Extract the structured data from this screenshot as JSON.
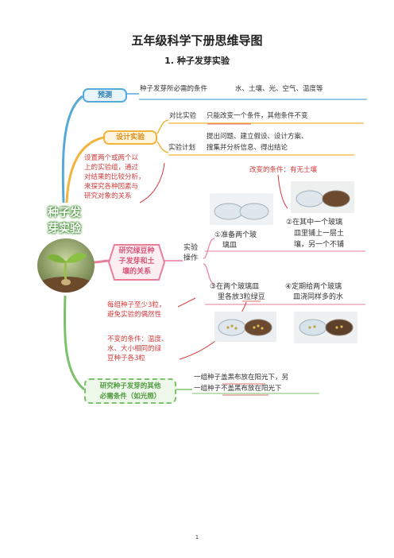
{
  "title": "五年级科学下册思维导图",
  "subtitle": "1. 种子发芽实验",
  "central": {
    "line1": "种子发",
    "line2": "芽实验"
  },
  "branches": {
    "predict": {
      "label": "预测",
      "detail": "种子发芽所必需的条件",
      "items": "水、土壤、光、空气、温度等"
    },
    "design": {
      "label": "设计实验",
      "contrast_label": "对比实验",
      "contrast_text": "只能改变一个条件，其他条件不变",
      "plan_label": "实验计划",
      "plan_line1": "提出问题、建立假设、设计方案、",
      "plan_line2": "搜集并分析信息、得出结论",
      "note": [
        "设置两个或两个以",
        "上的实验组，通过",
        "对结果的比较分析，",
        "来探究各种因素与",
        "研究对象的关系"
      ]
    },
    "mung": {
      "label_line1": "研究绿豆种",
      "label_line2": "子发芽和土",
      "label_line3": "壤的关系",
      "op_line1": "实验",
      "op_line2": "操作",
      "step1": [
        "①准备两个玻",
        "璃皿"
      ],
      "step2": [
        "②在其中一个玻璃",
        "皿里铺上一层土",
        "壤，另一个不铺"
      ],
      "step3": [
        "③在两个玻璃皿",
        "里各放3粒绿豆"
      ],
      "step4": [
        "④定期给两个玻璃",
        "皿浇同样多的水"
      ],
      "changed": "改变的条件：有无土壤",
      "note_seeds": [
        "每组种子至少3粒，",
        "避免实验的偶然性"
      ],
      "note_constant": [
        "不变的条件：温度、",
        "水、大小相同的绿",
        "豆种子各3粒"
      ]
    },
    "other": {
      "label_line1": "研究种子发芽的其他",
      "label_line2": "必需条件（如光照）",
      "text_line1": "一组种子盖黑布放在阳光下，另",
      "text_line2": "一组种子不盖黑布放在阳光下"
    }
  },
  "page_number": "1",
  "colors": {
    "predict": "#57a9d8",
    "design": "#f2b43c",
    "mung": "#e87f98",
    "other": "#7bc26b",
    "annotation": "#d23a3a"
  },
  "icons": {
    "seedling": "seedling-icon"
  }
}
